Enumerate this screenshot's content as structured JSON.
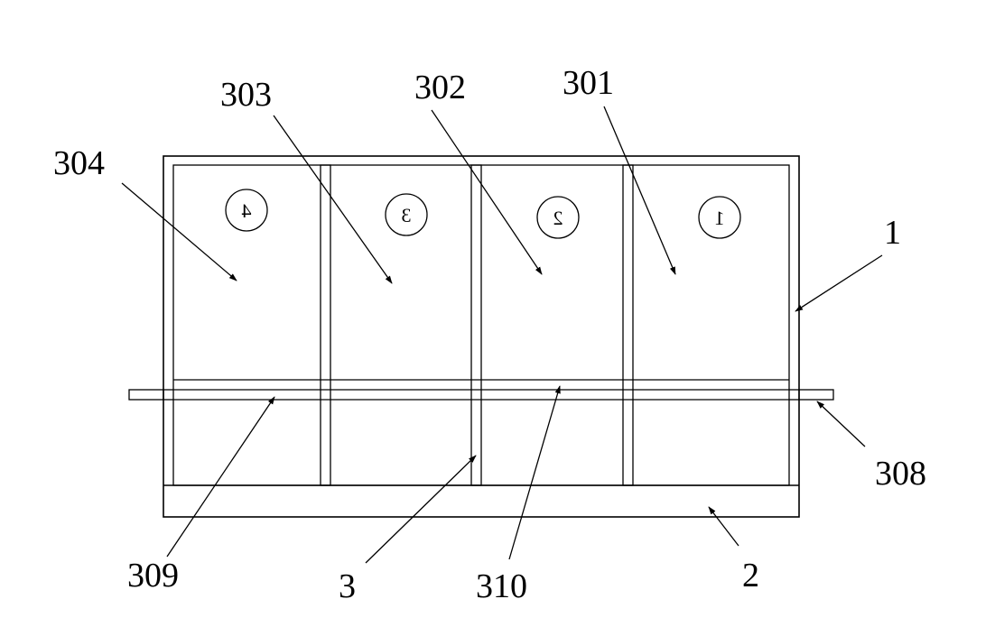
{
  "diagram": {
    "labels": {
      "l301": "301",
      "l302": "302",
      "l303": "303",
      "l304": "304",
      "l1": "1",
      "l308": "308",
      "l309": "309",
      "l3": "3",
      "l310": "310",
      "l2": "2"
    },
    "compartment_numbers": [
      "1",
      "2",
      "3",
      "4"
    ],
    "line_color": "#000000",
    "background_color": "#ffffff"
  }
}
